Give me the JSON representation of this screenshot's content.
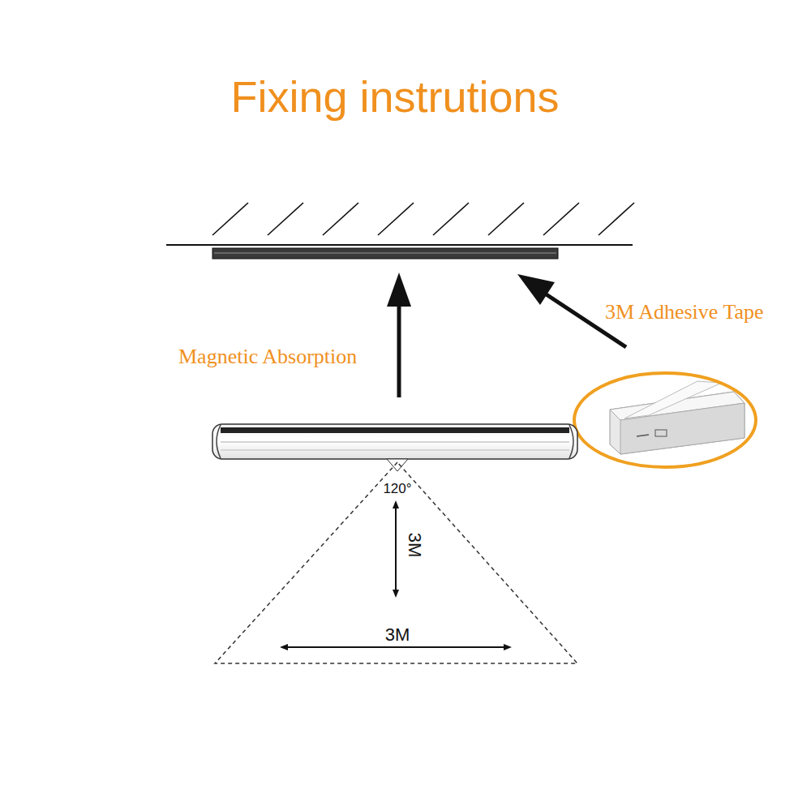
{
  "diagram": {
    "title": "Fixing instrutions",
    "labels": [
      "Magnetic Absorption",
      "3M Adhesive Tape",
      "120°",
      "3M",
      "3M"
    ]
  }
}
